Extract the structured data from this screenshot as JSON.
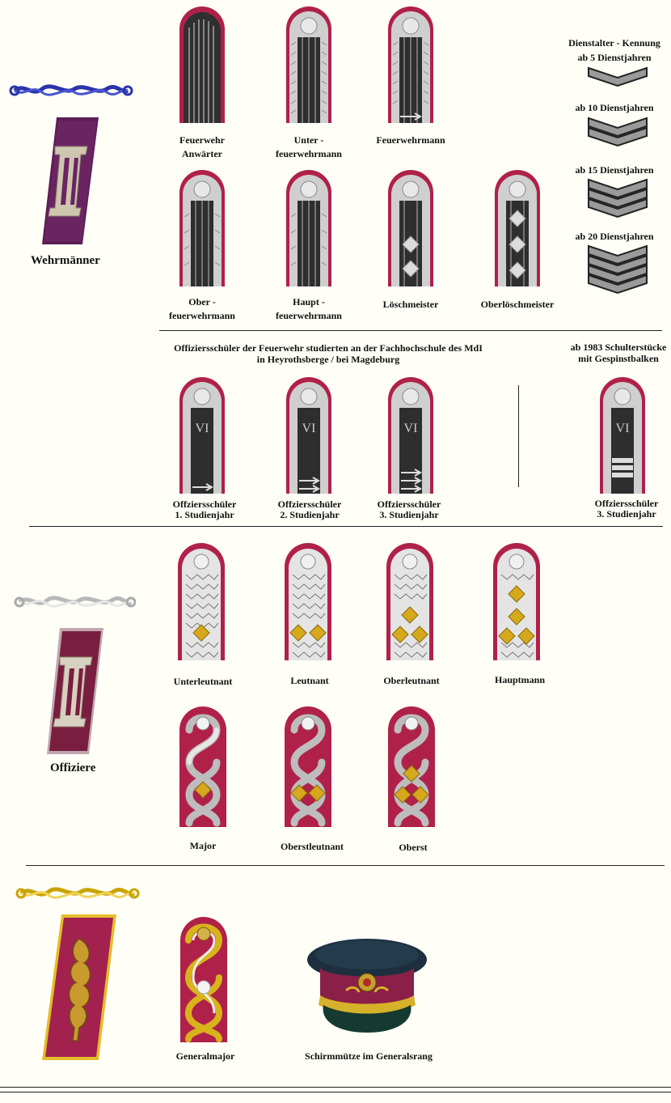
{
  "colors": {
    "piping": "#b0214a",
    "dark": "#2b2b2b",
    "silver": "#d9d9d9",
    "gold": "#d8b31b",
    "purple": "#5b1d55",
    "wine": "#a3214e",
    "background": "#fffff7"
  },
  "sections": {
    "wehrmaenner": {
      "title": "Wehrmänner"
    },
    "offiziere": {
      "title": "Offiziere"
    }
  },
  "wehr_row1": [
    {
      "line1": "Feuerwehr",
      "line2": "Anwärter"
    },
    {
      "line1": "Unter -",
      "line2": "feuerwehrmann"
    },
    {
      "line1": "Feuerwehrmann",
      "line2": ""
    }
  ],
  "wehr_row2": [
    {
      "line1": "Ober -",
      "line2": "feuerwehrmann"
    },
    {
      "line1": "Haupt -",
      "line2": "feuerwehrmann"
    },
    {
      "line1": "Löschmeister",
      "line2": ""
    },
    {
      "line1": "Oberlöschmeister",
      "line2": ""
    }
  ],
  "service": {
    "title_line1": "Dienstalter - Kennung",
    "items": [
      "ab 5 Dienstjahren",
      "ab 10 Dienstjahren",
      "ab 15 Dienstjahren",
      "ab 20 Dienstjahren"
    ]
  },
  "cadets": {
    "header_line1": "Offiziersschüler der Feuerwehr studierten an der Fachhochschule des MdI",
    "header_line2": "in Heyrothsberge / bei Magdeburg",
    "side_header_line1": "ab 1983 Schulterstücke",
    "side_header_line2": "mit Gespinstbalken",
    "items": [
      {
        "line1": "Offziersschüler",
        "line2": "1. Studienjahr"
      },
      {
        "line1": "Offziersschüler",
        "line2": "2. Studienjahr"
      },
      {
        "line1": "Offziersschüler",
        "line2": "3. Studienjahr"
      },
      {
        "line1": "Offziersschüler",
        "line2": "3. Studienjahr"
      }
    ],
    "roman_numeral": "VI"
  },
  "officers_row1": [
    "Unterleutnant",
    "Leutnant",
    "Oberleutnant",
    "Hauptmann"
  ],
  "officers_row2": [
    "Major",
    "Oberstleutnant",
    "Oberst"
  ],
  "generals": [
    "Generalmajor",
    "Schirmmütze im Generalsrang"
  ]
}
